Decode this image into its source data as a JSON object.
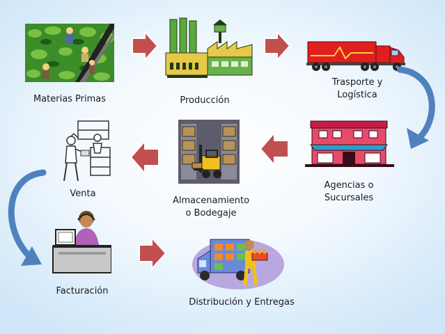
{
  "nodes": {
    "materias": {
      "label": "Materias Primas",
      "icon": "farm-workers-icon"
    },
    "produccion": {
      "label": "Producción",
      "icon": "factory-icon"
    },
    "transporte": {
      "label_line1": "Trasporte y",
      "label_line2": "Logística",
      "icon": "truck-icon"
    },
    "agencias": {
      "label_line1": "Agencias o",
      "label_line2": "Sucursales",
      "icon": "storefront-icon"
    },
    "almacenamiento": {
      "label_line1": "Almacenamiento",
      "label_line2": "o Bodegaje",
      "icon": "warehouse-forklift-icon"
    },
    "venta": {
      "label": "Venta",
      "icon": "salesperson-icon"
    },
    "facturacion": {
      "label": "Facturación",
      "icon": "cashier-computer-icon"
    },
    "distribucion": {
      "label": "Distribución y Entregas",
      "icon": "delivery-van-icon"
    }
  },
  "colors": {
    "arrow_red": "#c0504d",
    "arrow_blue": "#4f81bd"
  }
}
